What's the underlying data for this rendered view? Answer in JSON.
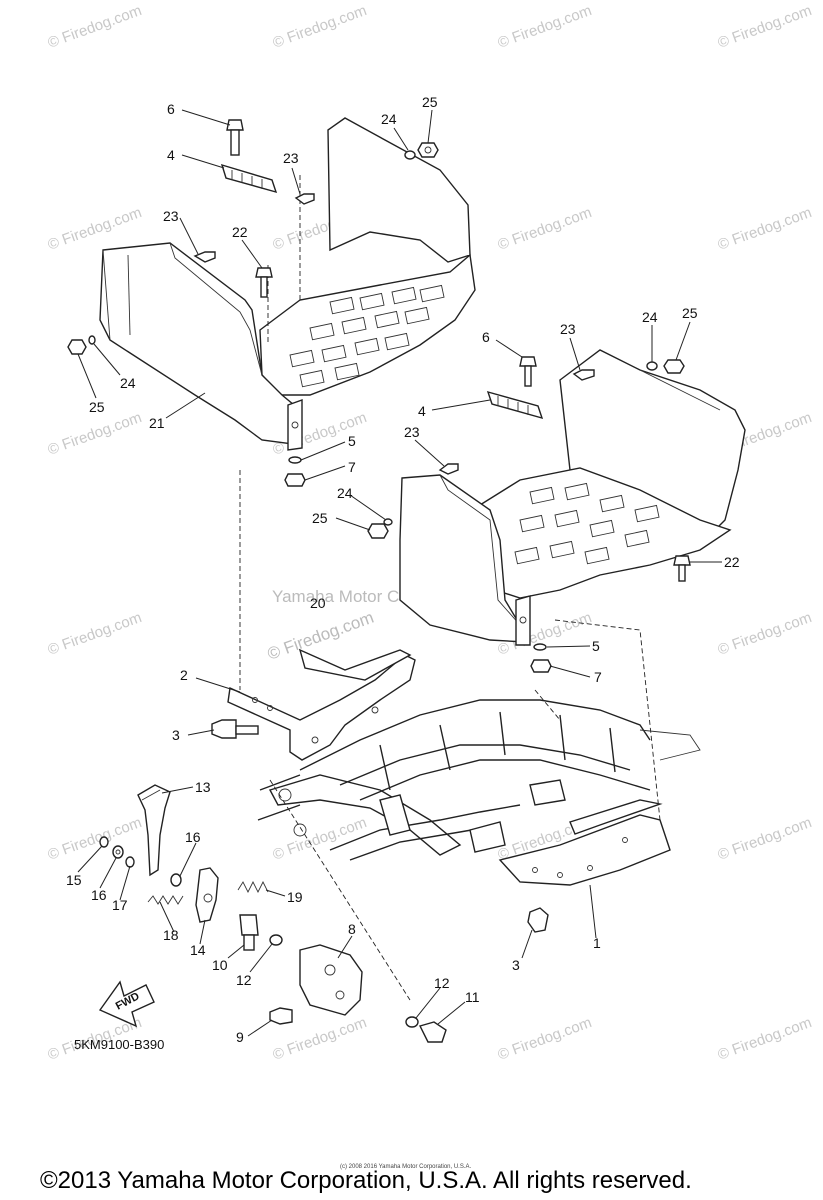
{
  "watermark_text": "© Firedog.com",
  "center_watermark": "Yamaha Motor Corp. U.S.A.",
  "center_watermark_2": "© Firedog.com",
  "diagram_code": "5KM9100-B390",
  "fwd_label": "FWD",
  "copyright": "©2013 Yamaha Motor Corporation, U.S.A. All rights reserved.",
  "copyright_small": "(c) 2008 2016 Yamaha Motor Corporation, U.S.A.",
  "callouts": [
    "6",
    "4",
    "23",
    "24",
    "25",
    "23",
    "22",
    "25",
    "24",
    "21",
    "5",
    "7",
    "23",
    "6",
    "24",
    "25",
    "4",
    "23",
    "24",
    "25",
    "22",
    "20",
    "5",
    "7",
    "2",
    "3",
    "13",
    "16",
    "15",
    "16",
    "17",
    "19",
    "18",
    "14",
    "10",
    "12",
    "8",
    "12",
    "11",
    "9",
    "3",
    "1"
  ]
}
